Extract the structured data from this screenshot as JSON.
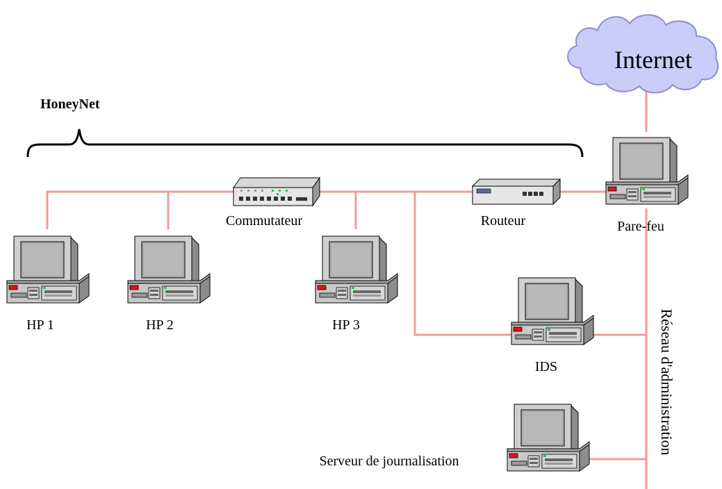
{
  "title": "HoneyNet",
  "cloud_label": "Internet",
  "admin_network_label": "Réseau d'administration",
  "devices": {
    "hp1": "HP 1",
    "hp2": "HP 2",
    "hp3": "HP 3",
    "switch": "Commutateur",
    "router": "Routeur",
    "firewall": "Pare-feu",
    "ids": "IDS",
    "log_server": "Serveur de journalisation"
  },
  "colors": {
    "link": "#f29b9b",
    "cloud_fill": "#c9cdf7",
    "cloud_stroke": "#8a8ecc",
    "case": "#c8c8c8",
    "case_dark": "#8c8c8c",
    "screen": "#ababab",
    "red_led": "#e0141e",
    "green_led": "#22cc44"
  },
  "icons": {
    "workstation": "desktop-computer-icon",
    "switch": "network-switch-icon",
    "router": "router-icon",
    "cloud": "cloud-icon"
  }
}
